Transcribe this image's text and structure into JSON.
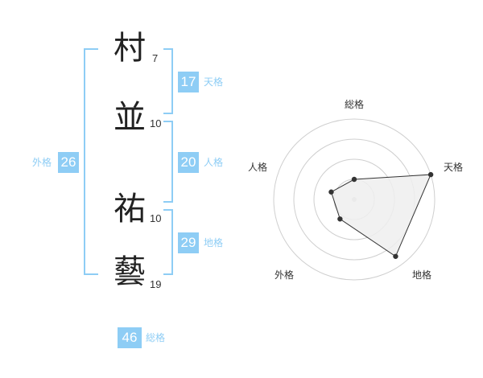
{
  "name_chars": [
    {
      "char": "村",
      "strokes": "7"
    },
    {
      "char": "並",
      "strokes": "10"
    },
    {
      "char": "祐",
      "strokes": "10"
    },
    {
      "char": "藝",
      "strokes": "19"
    }
  ],
  "fortunes": {
    "tenkaku": {
      "value": "17",
      "label": "天格"
    },
    "jinkaku": {
      "value": "20",
      "label": "人格"
    },
    "chikaku": {
      "value": "29",
      "label": "地格"
    },
    "gaikaku": {
      "value": "26",
      "label": "外格"
    },
    "soukaku": {
      "value": "46",
      "label": "総格"
    }
  },
  "colors": {
    "accent": "#8ecdf5",
    "radar_fill": "#eeeeee",
    "radar_line": "#333333"
  },
  "chart_data": {
    "type": "radar",
    "categories": [
      "総格",
      "天格",
      "地格",
      "外格",
      "人格"
    ],
    "values": [
      1,
      4,
      3.5,
      1.2,
      1.2
    ],
    "max": 4,
    "rings": 4
  }
}
